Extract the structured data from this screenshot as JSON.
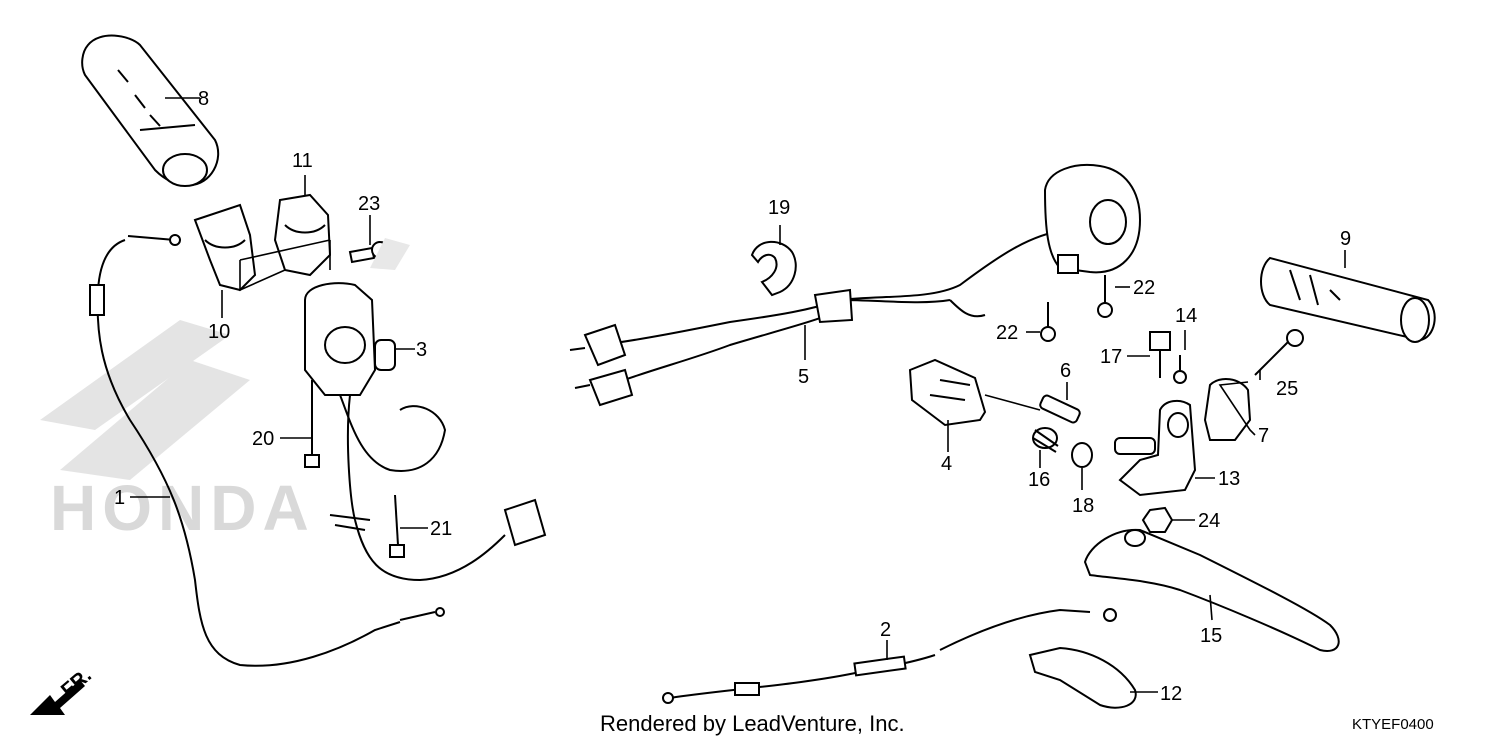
{
  "diagram": {
    "callouts": {
      "c1": "1",
      "c2": "2",
      "c3": "3",
      "c4": "4",
      "c5": "5",
      "c6": "6",
      "c7": "7",
      "c8": "8",
      "c9": "9",
      "c10": "10",
      "c11": "11",
      "c12": "12",
      "c13": "13",
      "c14": "14",
      "c15": "15",
      "c16": "16",
      "c17": "17",
      "c18": "18",
      "c19": "19",
      "c20": "20",
      "c21": "21",
      "c22a": "22",
      "c22b": "22",
      "c23": "23",
      "c24": "24",
      "c25": "25"
    },
    "direction_label": "FR.",
    "watermark": "HONDA"
  },
  "footer": {
    "credit": "Rendered by LeadVenture, Inc.",
    "diagram_code": "KTYEF0400"
  }
}
